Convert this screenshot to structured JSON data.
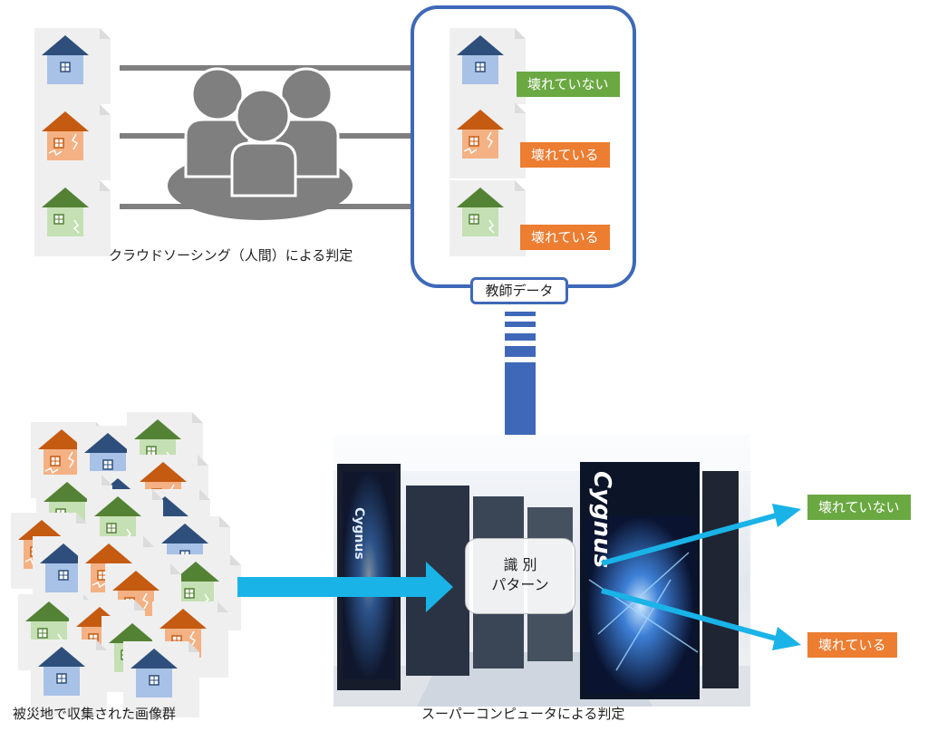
{
  "title": "",
  "crowd_label": "クラウドソーシング（人間）による判定",
  "teacher_data_label": "教師データ",
  "disaster_images_label": "被災地で収集された画像群",
  "supercomputer_label": "スーパーコンピュータによる判定",
  "pattern_label_line1": "識 別",
  "pattern_label_line2": "パターン",
  "computer_brand": "Cygnus",
  "labels": {
    "not_broken": "壊れていない",
    "broken": "壊れている"
  },
  "training_results": [
    {
      "house": "blue",
      "label": "壊れていない",
      "status": "not_broken"
    },
    {
      "house": "orange",
      "label": "壊れている",
      "status": "broken"
    },
    {
      "house": "green",
      "label": "壊れている",
      "status": "broken"
    }
  ],
  "output_results": [
    {
      "label": "壊れていない",
      "status": "not_broken"
    },
    {
      "label": "壊れている",
      "status": "broken"
    }
  ],
  "colors": {
    "blue_roof": "#2e4f7c",
    "blue_wall": "#a8c1e6",
    "orange_roof": "#c55a11",
    "orange_wall": "#f4b183",
    "green_roof": "#548235",
    "green_wall": "#c5e0b4",
    "frame": "#3f69b8",
    "arrow_gray": "#7f7f7f",
    "arrow_cyan": "#19b3e8",
    "badge_green": "#6aa842",
    "badge_orange": "#ec7d31"
  }
}
